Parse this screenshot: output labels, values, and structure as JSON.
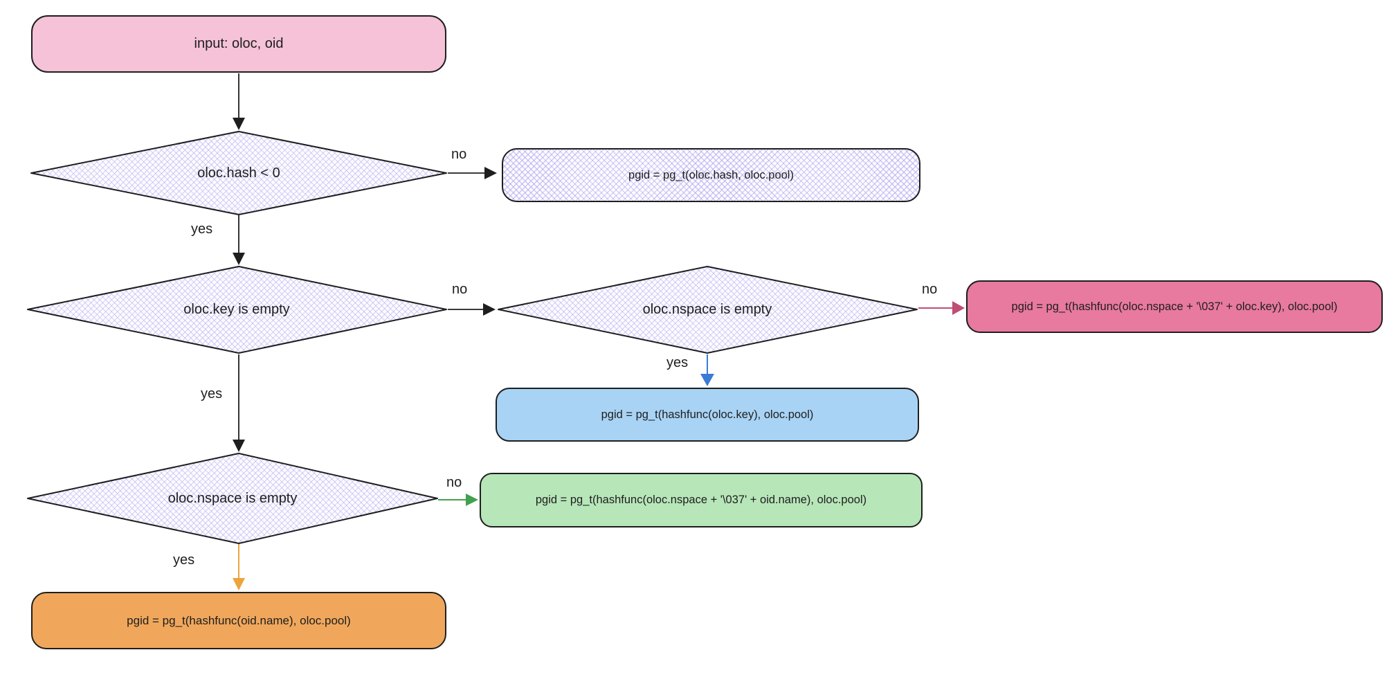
{
  "nodes": {
    "input": {
      "label": "input: oloc, oid",
      "fill": "#f5c2d7"
    },
    "cond_hash": {
      "label": "oloc.hash < 0",
      "fill": "lavender-crosshatch"
    },
    "result_hash": {
      "label": "pgid = pg_t(oloc.hash, oloc.pool)",
      "fill": "lavender-crosshatch"
    },
    "cond_key": {
      "label": "oloc.key is empty",
      "fill": "lavender-crosshatch"
    },
    "cond_nspace_right": {
      "label": "oloc.nspace is empty",
      "fill": "lavender-crosshatch"
    },
    "result_nspace_key": {
      "label": "pgid = pg_t(hashfunc(oloc.nspace + '\\037' + oloc.key), oloc.pool)",
      "fill": "#e8799f"
    },
    "result_key": {
      "label": "pgid = pg_t(hashfunc(oloc.key), oloc.pool)",
      "fill": "#a8d3f5"
    },
    "cond_nspace_left": {
      "label": "oloc.nspace is empty",
      "fill": "lavender-crosshatch"
    },
    "result_nspace_name": {
      "label": "pgid = pg_t(hashfunc(oloc.nspace + '\\037' + oid.name), oloc.pool)",
      "fill": "#b7e6b9"
    },
    "result_name": {
      "label": "pgid = pg_t(hashfunc(oid.name), oloc.pool)",
      "fill": "#f0a75c"
    }
  },
  "edges": {
    "hash_no": {
      "label": "no",
      "color": "#1e1e1e"
    },
    "hash_yes": {
      "label": "yes",
      "color": "#1e1e1e"
    },
    "key_no": {
      "label": "no",
      "color": "#1e1e1e"
    },
    "key_yes": {
      "label": "yes",
      "color": "#1e1e1e"
    },
    "nspace_right_yes": {
      "label": "yes",
      "color": "#3a7bd5"
    },
    "nspace_right_no": {
      "label": "no",
      "color": "#bf4d74"
    },
    "nspace_left_no": {
      "label": "no",
      "color": "#42a04e"
    },
    "nspace_left_yes": {
      "label": "yes",
      "color": "#eda43f"
    }
  },
  "colors": {
    "stroke": "#1e1e1e",
    "pink_fill": "#f5c2d7",
    "lavender_hatch_line": "#b3a9ec",
    "lavender_hatch_bg": "#fbfaff",
    "crimson_fill": "#e8799f",
    "blue_fill": "#a8d3f5",
    "green_fill": "#b7e6b9",
    "orange_fill": "#f0a75c",
    "arrow_black": "#1e1e1e",
    "arrow_blue": "#3a7bd5",
    "arrow_crimson": "#bf4d74",
    "arrow_green": "#42a04e",
    "arrow_orange": "#eda43f"
  }
}
